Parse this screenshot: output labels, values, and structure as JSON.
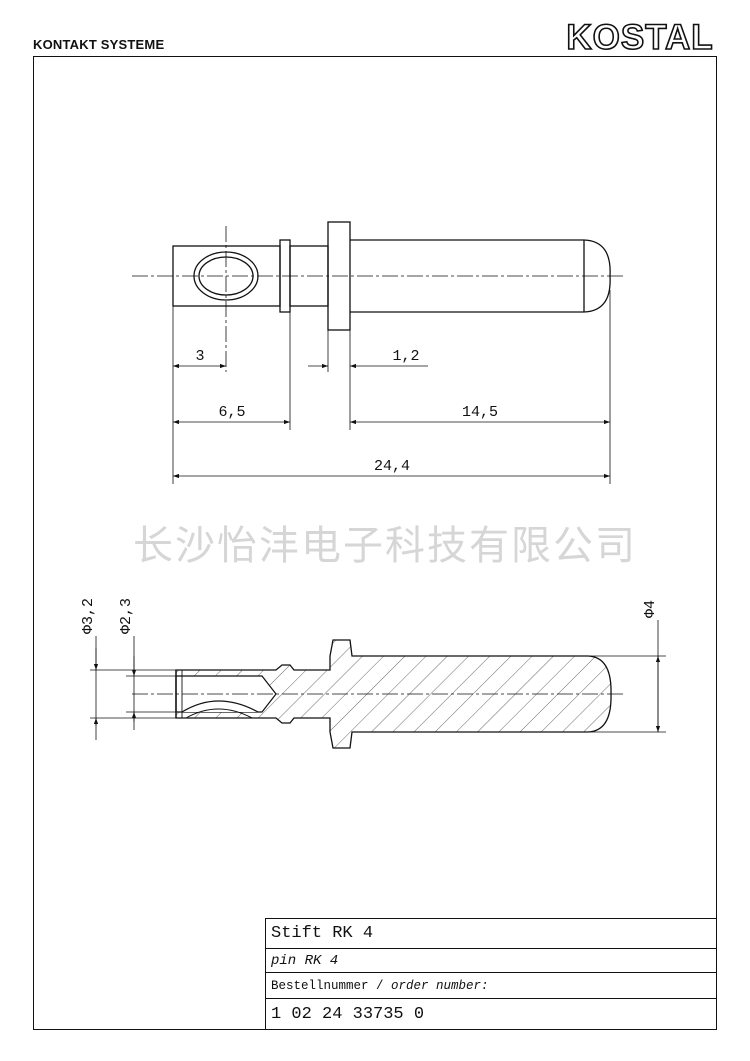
{
  "header": {
    "left_text": "KONTAKT SYSTEME",
    "logo_text": "KOSTAL"
  },
  "dimensions": {
    "top_view": [
      "3",
      "1,2",
      "6,5",
      "14,5",
      "24,4"
    ],
    "section_view": [
      "Φ3,2",
      "Φ2,3",
      "Φ4"
    ]
  },
  "watermark": "长沙怡沣电子科技有限公司",
  "title_block": {
    "name_de": "Stift RK 4",
    "name_en": "pin RK 4",
    "order_label_de": "Bestellnummer",
    "order_label_sep": " / ",
    "order_label_en": "order number:",
    "order_number": "1 02 24 33735 0"
  },
  "colors": {
    "line": "#111111",
    "watermark": "#d6d6d6"
  }
}
